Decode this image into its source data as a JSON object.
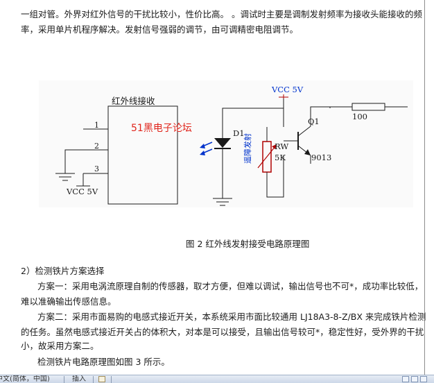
{
  "paragraphs": {
    "p1_line1": "一组对管。外界对红外信号的干扰比较小，性价比高。 。调试时主要是调制发射频率为接收头能接收的频",
    "p1_line2": "率，采用单片机程序解决。发射信号强弱的调节，由可调精密电阻调节。"
  },
  "diagram": {
    "receiver_label": "红外线接收",
    "watermark": "51黑电子论坛",
    "pin1": "1",
    "pin2": "2",
    "pin3": "3",
    "vcc_left": "VCC 5V",
    "vcc_top": "VCC 5V",
    "diode_label": "D1",
    "emitter_label": "遥障发射",
    "pot_label": "RW",
    "pot_value": "5K",
    "transistor_label": "Q1",
    "transistor_model": "9013",
    "resistor_value": "100"
  },
  "caption": "图 2  红外线发射接受电路原理图",
  "section": {
    "heading": "2）检测铁片方案选择",
    "plan1_line1": "方案一：采用电涡流原理自制的传感器，取才方便，但难以调试，输出信号也不可*，成功率比较低，",
    "plan1_line2": "难以准确输出传感信息。",
    "plan2_line1": "方案二：采用市面易购的电感式接近开关，本系统采用市面比较通用 LJ18A3-8-Z/BX 来完成铁片检测",
    "plan2_line2": "的任务。虽然电感式接近开关占的体积大，对本是可以接受，且输出信号较可*，稳定性好，受外界的干扰",
    "plan2_line3": "小，故采用方案二。",
    "last_line": "检测铁片电路原理图如图 3 所示。"
  },
  "statusbar": {
    "language": "中文(简体，中国)",
    "mode": "插入"
  },
  "colors": {
    "wire": "#1a1a1a",
    "component_red": "#b00000",
    "label_blue": "#0033cc",
    "watermark": "#e0241b",
    "diagram_bg": "#fafafa"
  }
}
